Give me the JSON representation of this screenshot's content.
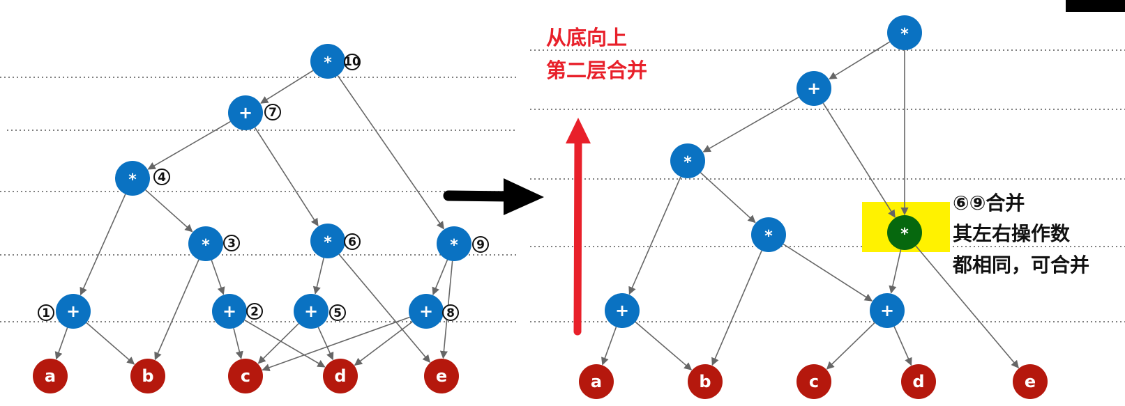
{
  "colors": {
    "operator_node": "#0a72c2",
    "leaf_node": "#b5180d",
    "merged_node": "#06680e",
    "merged_label": "#f4e21a",
    "highlight": "#fff200",
    "arrow_red": "#e8202a",
    "arrow_black": "#000000",
    "edge": "#666666"
  },
  "left_dag": {
    "nodes": [
      {
        "id": "n10",
        "label": "*",
        "kind": "op",
        "number": "10"
      },
      {
        "id": "n7",
        "label": "+",
        "kind": "op",
        "number": "7"
      },
      {
        "id": "n4",
        "label": "*",
        "kind": "op",
        "number": "4"
      },
      {
        "id": "n3",
        "label": "*",
        "kind": "op",
        "number": "3"
      },
      {
        "id": "n6",
        "label": "*",
        "kind": "op",
        "number": "6"
      },
      {
        "id": "n9",
        "label": "*",
        "kind": "op",
        "number": "9"
      },
      {
        "id": "n1",
        "label": "+",
        "kind": "op",
        "number": "1"
      },
      {
        "id": "n2",
        "label": "+",
        "kind": "op",
        "number": "2"
      },
      {
        "id": "n5",
        "label": "+",
        "kind": "op",
        "number": "5"
      },
      {
        "id": "n8",
        "label": "+",
        "kind": "op",
        "number": "8"
      },
      {
        "id": "a",
        "label": "a",
        "kind": "leaf"
      },
      {
        "id": "b",
        "label": "b",
        "kind": "leaf"
      },
      {
        "id": "c",
        "label": "c",
        "kind": "leaf"
      },
      {
        "id": "d",
        "label": "d",
        "kind": "leaf"
      },
      {
        "id": "e",
        "label": "e",
        "kind": "leaf"
      }
    ],
    "edges": [
      [
        "n10",
        "n7"
      ],
      [
        "n10",
        "n9"
      ],
      [
        "n7",
        "n4"
      ],
      [
        "n7",
        "n6"
      ],
      [
        "n4",
        "n1"
      ],
      [
        "n4",
        "n3"
      ],
      [
        "n3",
        "b"
      ],
      [
        "n3",
        "n2"
      ],
      [
        "n6",
        "n5"
      ],
      [
        "n6",
        "e"
      ],
      [
        "n9",
        "n8"
      ],
      [
        "n9",
        "e"
      ],
      [
        "n1",
        "a"
      ],
      [
        "n1",
        "b"
      ],
      [
        "n2",
        "c"
      ],
      [
        "n2",
        "d"
      ],
      [
        "n5",
        "c"
      ],
      [
        "n5",
        "d"
      ],
      [
        "n8",
        "c"
      ],
      [
        "n8",
        "d"
      ]
    ]
  },
  "right_dag": {
    "nodes": [
      {
        "id": "r10",
        "label": "*",
        "kind": "op"
      },
      {
        "id": "r7",
        "label": "+",
        "kind": "op"
      },
      {
        "id": "r4",
        "label": "*",
        "kind": "op"
      },
      {
        "id": "r3",
        "label": "*",
        "kind": "op"
      },
      {
        "id": "rm",
        "label": "*",
        "kind": "merged"
      },
      {
        "id": "r1",
        "label": "+",
        "kind": "op"
      },
      {
        "id": "r2",
        "label": "+",
        "kind": "op"
      },
      {
        "id": "ra",
        "label": "a",
        "kind": "leaf"
      },
      {
        "id": "rb",
        "label": "b",
        "kind": "leaf"
      },
      {
        "id": "rc",
        "label": "c",
        "kind": "leaf"
      },
      {
        "id": "rd",
        "label": "d",
        "kind": "leaf"
      },
      {
        "id": "re",
        "label": "e",
        "kind": "leaf"
      }
    ],
    "edges": [
      [
        "r10",
        "r7"
      ],
      [
        "r10",
        "rm"
      ],
      [
        "r7",
        "r4"
      ],
      [
        "r7",
        "rm"
      ],
      [
        "r4",
        "r1"
      ],
      [
        "r4",
        "r3"
      ],
      [
        "r3",
        "rb"
      ],
      [
        "r3",
        "r2"
      ],
      [
        "rm",
        "r2"
      ],
      [
        "rm",
        "re"
      ],
      [
        "r1",
        "ra"
      ],
      [
        "r1",
        "rb"
      ],
      [
        "r2",
        "rc"
      ],
      [
        "r2",
        "rd"
      ]
    ]
  },
  "captions": {
    "red_line1": "从底向上",
    "red_line2": "第二层合并",
    "merge_line1": "⑥⑨合并",
    "merge_line2": "其左右操作数",
    "merge_line3": "都相同，可合并"
  }
}
